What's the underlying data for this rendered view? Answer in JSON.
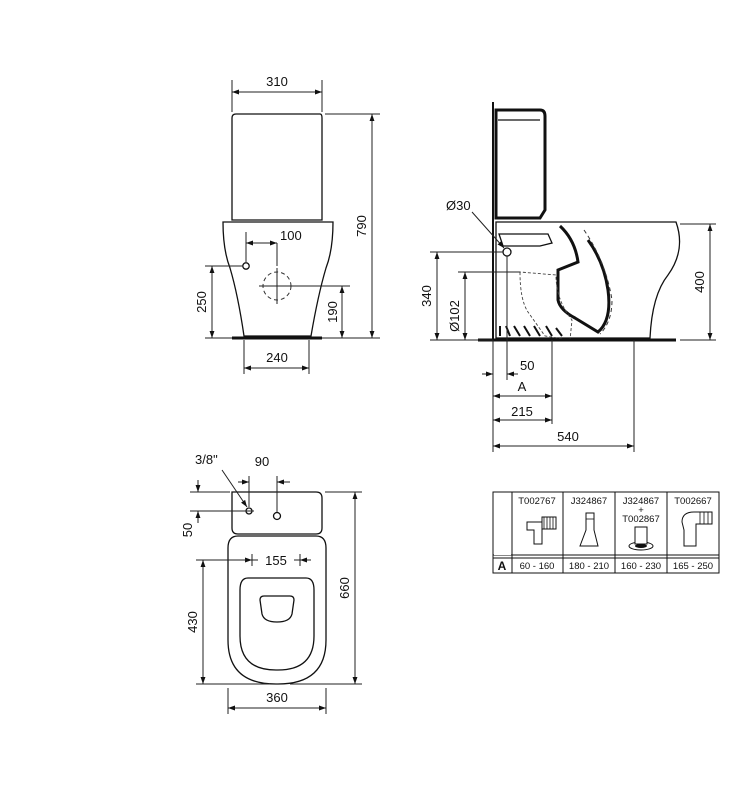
{
  "front_view": {
    "width_top": "310",
    "height_total": "790",
    "inlet_offset": "100",
    "inlet_height": "250",
    "outlet_height": "190",
    "base_width": "240"
  },
  "side_view": {
    "inlet_diameter": "Ø30",
    "inlet_height": "340",
    "outlet_diameter": "Ø102",
    "bowl_height": "400",
    "dim_50": "50",
    "dim_a": "A",
    "dim_215": "215",
    "dim_540": "540"
  },
  "top_view": {
    "thread": "3/8\"",
    "dim_90": "90",
    "dim_50": "50",
    "fixing_span": "155",
    "dim_430": "430",
    "dim_660": "660",
    "width": "360"
  },
  "connector_table": {
    "row_label": "A",
    "columns": [
      {
        "code": "T002767",
        "range": "60 - 160"
      },
      {
        "code": "J324867",
        "range": "180 - 210"
      },
      {
        "code": "J324867",
        "code_plus": "+",
        "code2": "T002867",
        "range": "160 - 230"
      },
      {
        "code": "T002667",
        "range": "165 - 250"
      }
    ]
  }
}
